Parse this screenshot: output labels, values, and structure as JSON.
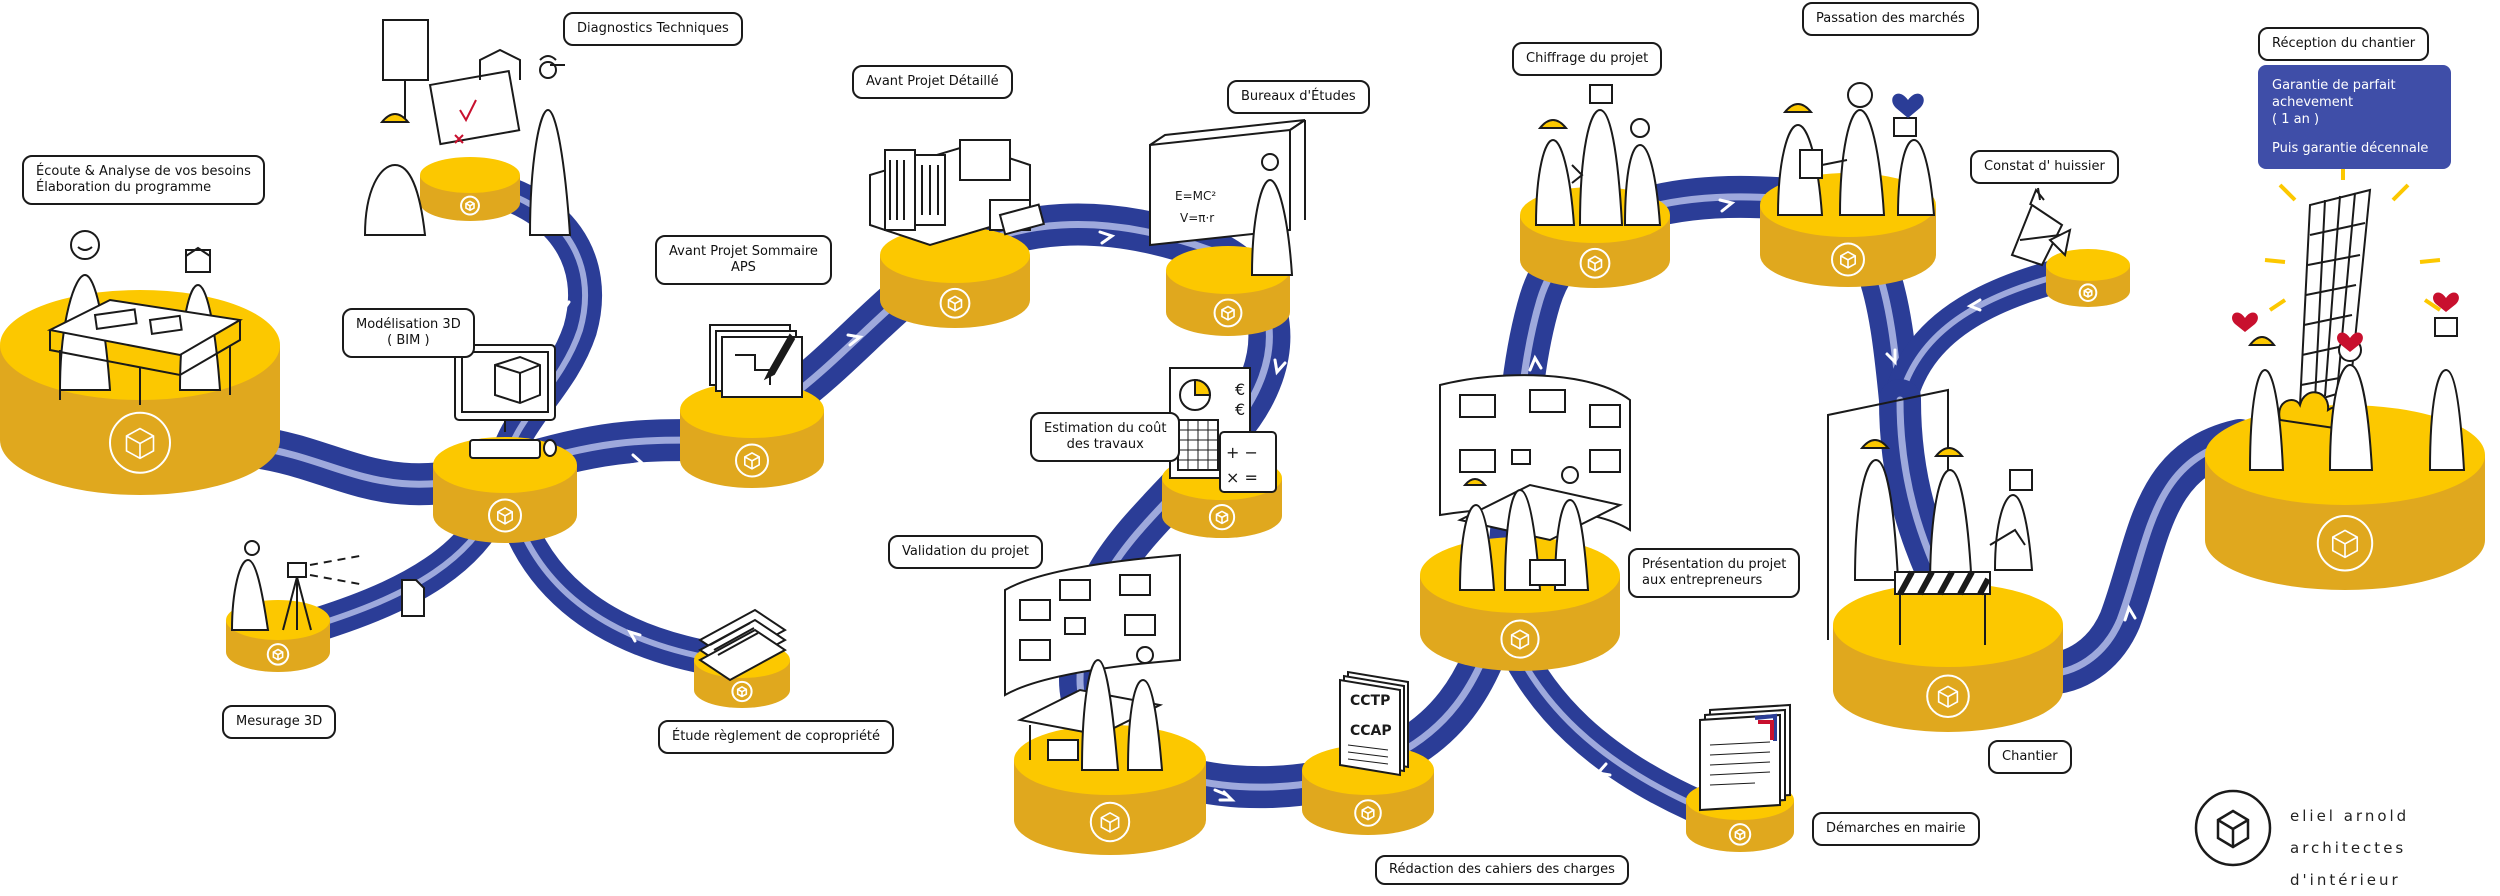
{
  "colors": {
    "path_dark": "#2b3d97",
    "path_light": "#9ea9dc",
    "platform_top": "#fcc800",
    "platform_side": "#e0a81e",
    "note_bg": "#3f4ea8",
    "heart": "#c8102e"
  },
  "steps": [
    {
      "id": "ecoute",
      "label": "Écoute & Analyse de vos besoins\nÉlaboration du programme"
    },
    {
      "id": "diagnostics",
      "label": "Diagnostics Techniques"
    },
    {
      "id": "modelisation",
      "label": "Modélisation 3D\n( BIM )"
    },
    {
      "id": "mesurage",
      "label": "Mesurage 3D"
    },
    {
      "id": "aps",
      "label": "Avant Projet Sommaire\nAPS"
    },
    {
      "id": "copro",
      "label": "Étude règlement de copropriété"
    },
    {
      "id": "apd",
      "label": "Avant Projet Détaillé"
    },
    {
      "id": "bureaux",
      "label": "Bureaux d'Études"
    },
    {
      "id": "estimation",
      "label": "Estimation du coût\ndes travaux"
    },
    {
      "id": "validation",
      "label": "Validation du projet"
    },
    {
      "id": "redaction",
      "label": "Rédaction des cahiers des charges"
    },
    {
      "id": "chiffrage",
      "label": "Chiffrage du projet"
    },
    {
      "id": "presentation",
      "label": "Présentation du projet\naux entrepreneurs"
    },
    {
      "id": "demarches",
      "label": "Démarches en mairie"
    },
    {
      "id": "passation",
      "label": "Passation des marchés"
    },
    {
      "id": "constat",
      "label": "Constat d' huissier"
    },
    {
      "id": "chantier",
      "label": "Chantier"
    },
    {
      "id": "reception",
      "label": "Réception du chantier"
    }
  ],
  "guarantee": {
    "line1": "Garantie de parfait achevement\n( 1 an )",
    "line2": "Puis garantie décennale"
  },
  "document_texts": {
    "cctp": "CCTP",
    "ccap": "CCAP"
  },
  "icons": {
    "euro": "€",
    "plus_minus": "+ −",
    "times_equals": "× ="
  },
  "brand": {
    "line1": "eliel arnold",
    "line2": "architectes d'intérieur"
  }
}
